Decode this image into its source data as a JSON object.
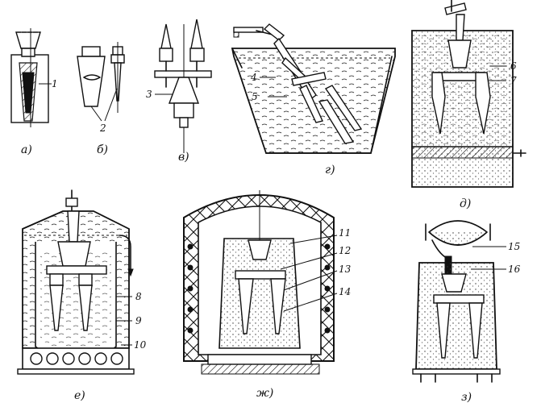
{
  "figure": {
    "panels": [
      {
        "id": "a",
        "caption": "а)"
      },
      {
        "id": "b",
        "caption": "б)"
      },
      {
        "id": "v",
        "caption": "в)"
      },
      {
        "id": "g",
        "caption": "г)"
      },
      {
        "id": "d",
        "caption": "д)"
      },
      {
        "id": "e",
        "caption": "е)"
      },
      {
        "id": "zh",
        "caption": "ж)"
      },
      {
        "id": "z",
        "caption": "з)"
      }
    ],
    "callouts": [
      "1",
      "2",
      "3",
      "4",
      "5",
      "6",
      "7",
      "8",
      "9",
      "10",
      "11",
      "12",
      "13",
      "14",
      "15",
      "16"
    ]
  }
}
